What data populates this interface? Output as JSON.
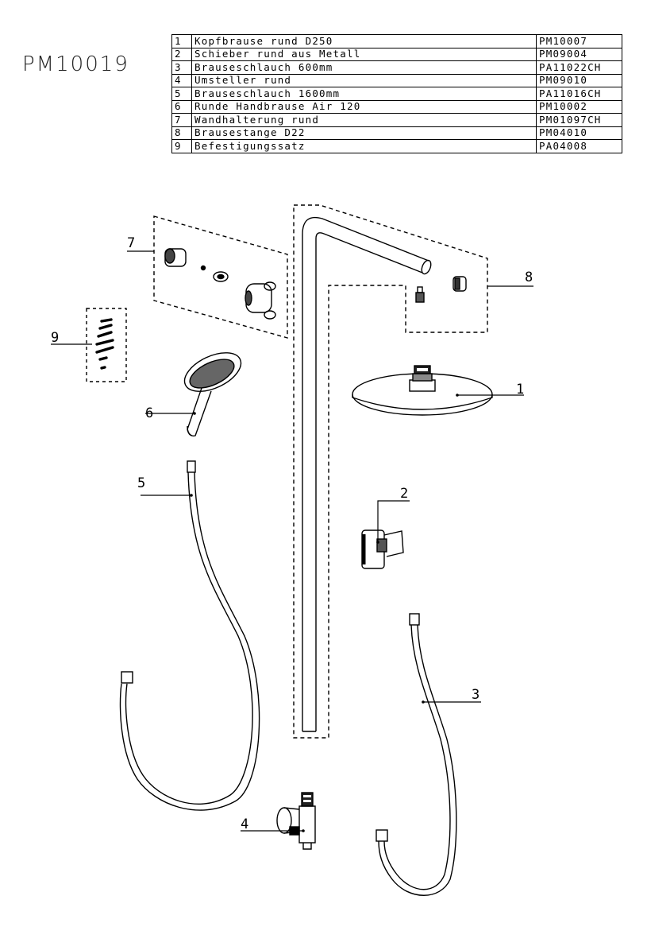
{
  "model_number": "PM10019",
  "parts": [
    {
      "no": "1",
      "name": "Kopfbrause rund D250",
      "code": "PM10007"
    },
    {
      "no": "2",
      "name": "Schieber rund aus Metall",
      "code": "PM09004"
    },
    {
      "no": "3",
      "name": "Brauseschlauch 600mm",
      "code": "PA11022CH"
    },
    {
      "no": "4",
      "name": "Umsteller rund",
      "code": "PM09010"
    },
    {
      "no": "5",
      "name": "Brauseschlauch 1600mm",
      "code": "PA11016CH"
    },
    {
      "no": "6",
      "name": "Runde Handbrause Air 120",
      "code": "PM10002"
    },
    {
      "no": "7",
      "name": "Wandhalterung rund",
      "code": "PM01097CH"
    },
    {
      "no": "8",
      "name": "Brausestange D22",
      "code": "PM04010"
    },
    {
      "no": "9",
      "name": "Befestigungssatz",
      "code": "PA04008"
    }
  ],
  "callouts": {
    "c1": "1",
    "c2": "2",
    "c3": "3",
    "c4": "4",
    "c5": "5",
    "c6": "6",
    "c7": "7",
    "c8": "8",
    "c9": "9"
  }
}
